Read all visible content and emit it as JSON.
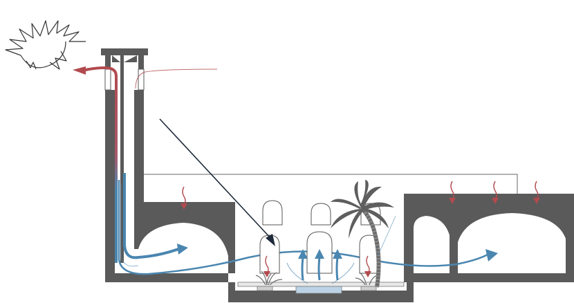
{
  "diagram": {
    "kind": "building-section-natural-ventilation",
    "text_labels": [],
    "elements": {
      "sun": "sun-icon",
      "wind_tower": "wind-tower",
      "courtyard": "courtyard",
      "palm_tree": "palm-tree",
      "fountain": "fountain-pool",
      "plants": [
        "plant-left",
        "plant-right"
      ],
      "arched_rooms": [
        "room-left",
        "room-right"
      ]
    },
    "flows": {
      "cool_air": "blue-arrows",
      "warm_air": "red-arrows",
      "solar_ray": "black-arrow"
    },
    "colors": {
      "wall": "#5a5a5a",
      "cool_air": "#4a86b0",
      "warm_air": "#b24a4e",
      "ray": "#1e2a3a",
      "water": "#bcd3e6",
      "outline": "#555555"
    }
  }
}
